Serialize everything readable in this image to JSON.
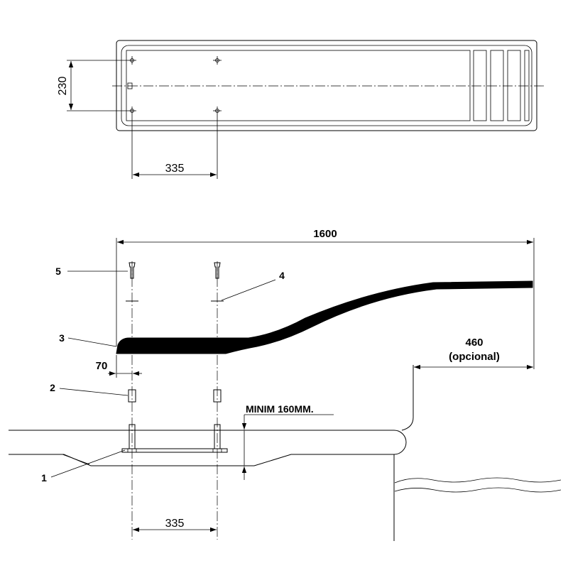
{
  "top_view": {
    "width_dim": "230",
    "hole_spacing_dim": "335"
  },
  "side_view": {
    "length_dim": "1600",
    "overhang_dim": "460",
    "overhang_note": "(opcional)",
    "offset_dim": "70",
    "min_height_note": "MINIM 160MM.",
    "bottom_spacing_dim": "335"
  },
  "callouts": [
    "1",
    "2",
    "3",
    "4",
    "5"
  ]
}
